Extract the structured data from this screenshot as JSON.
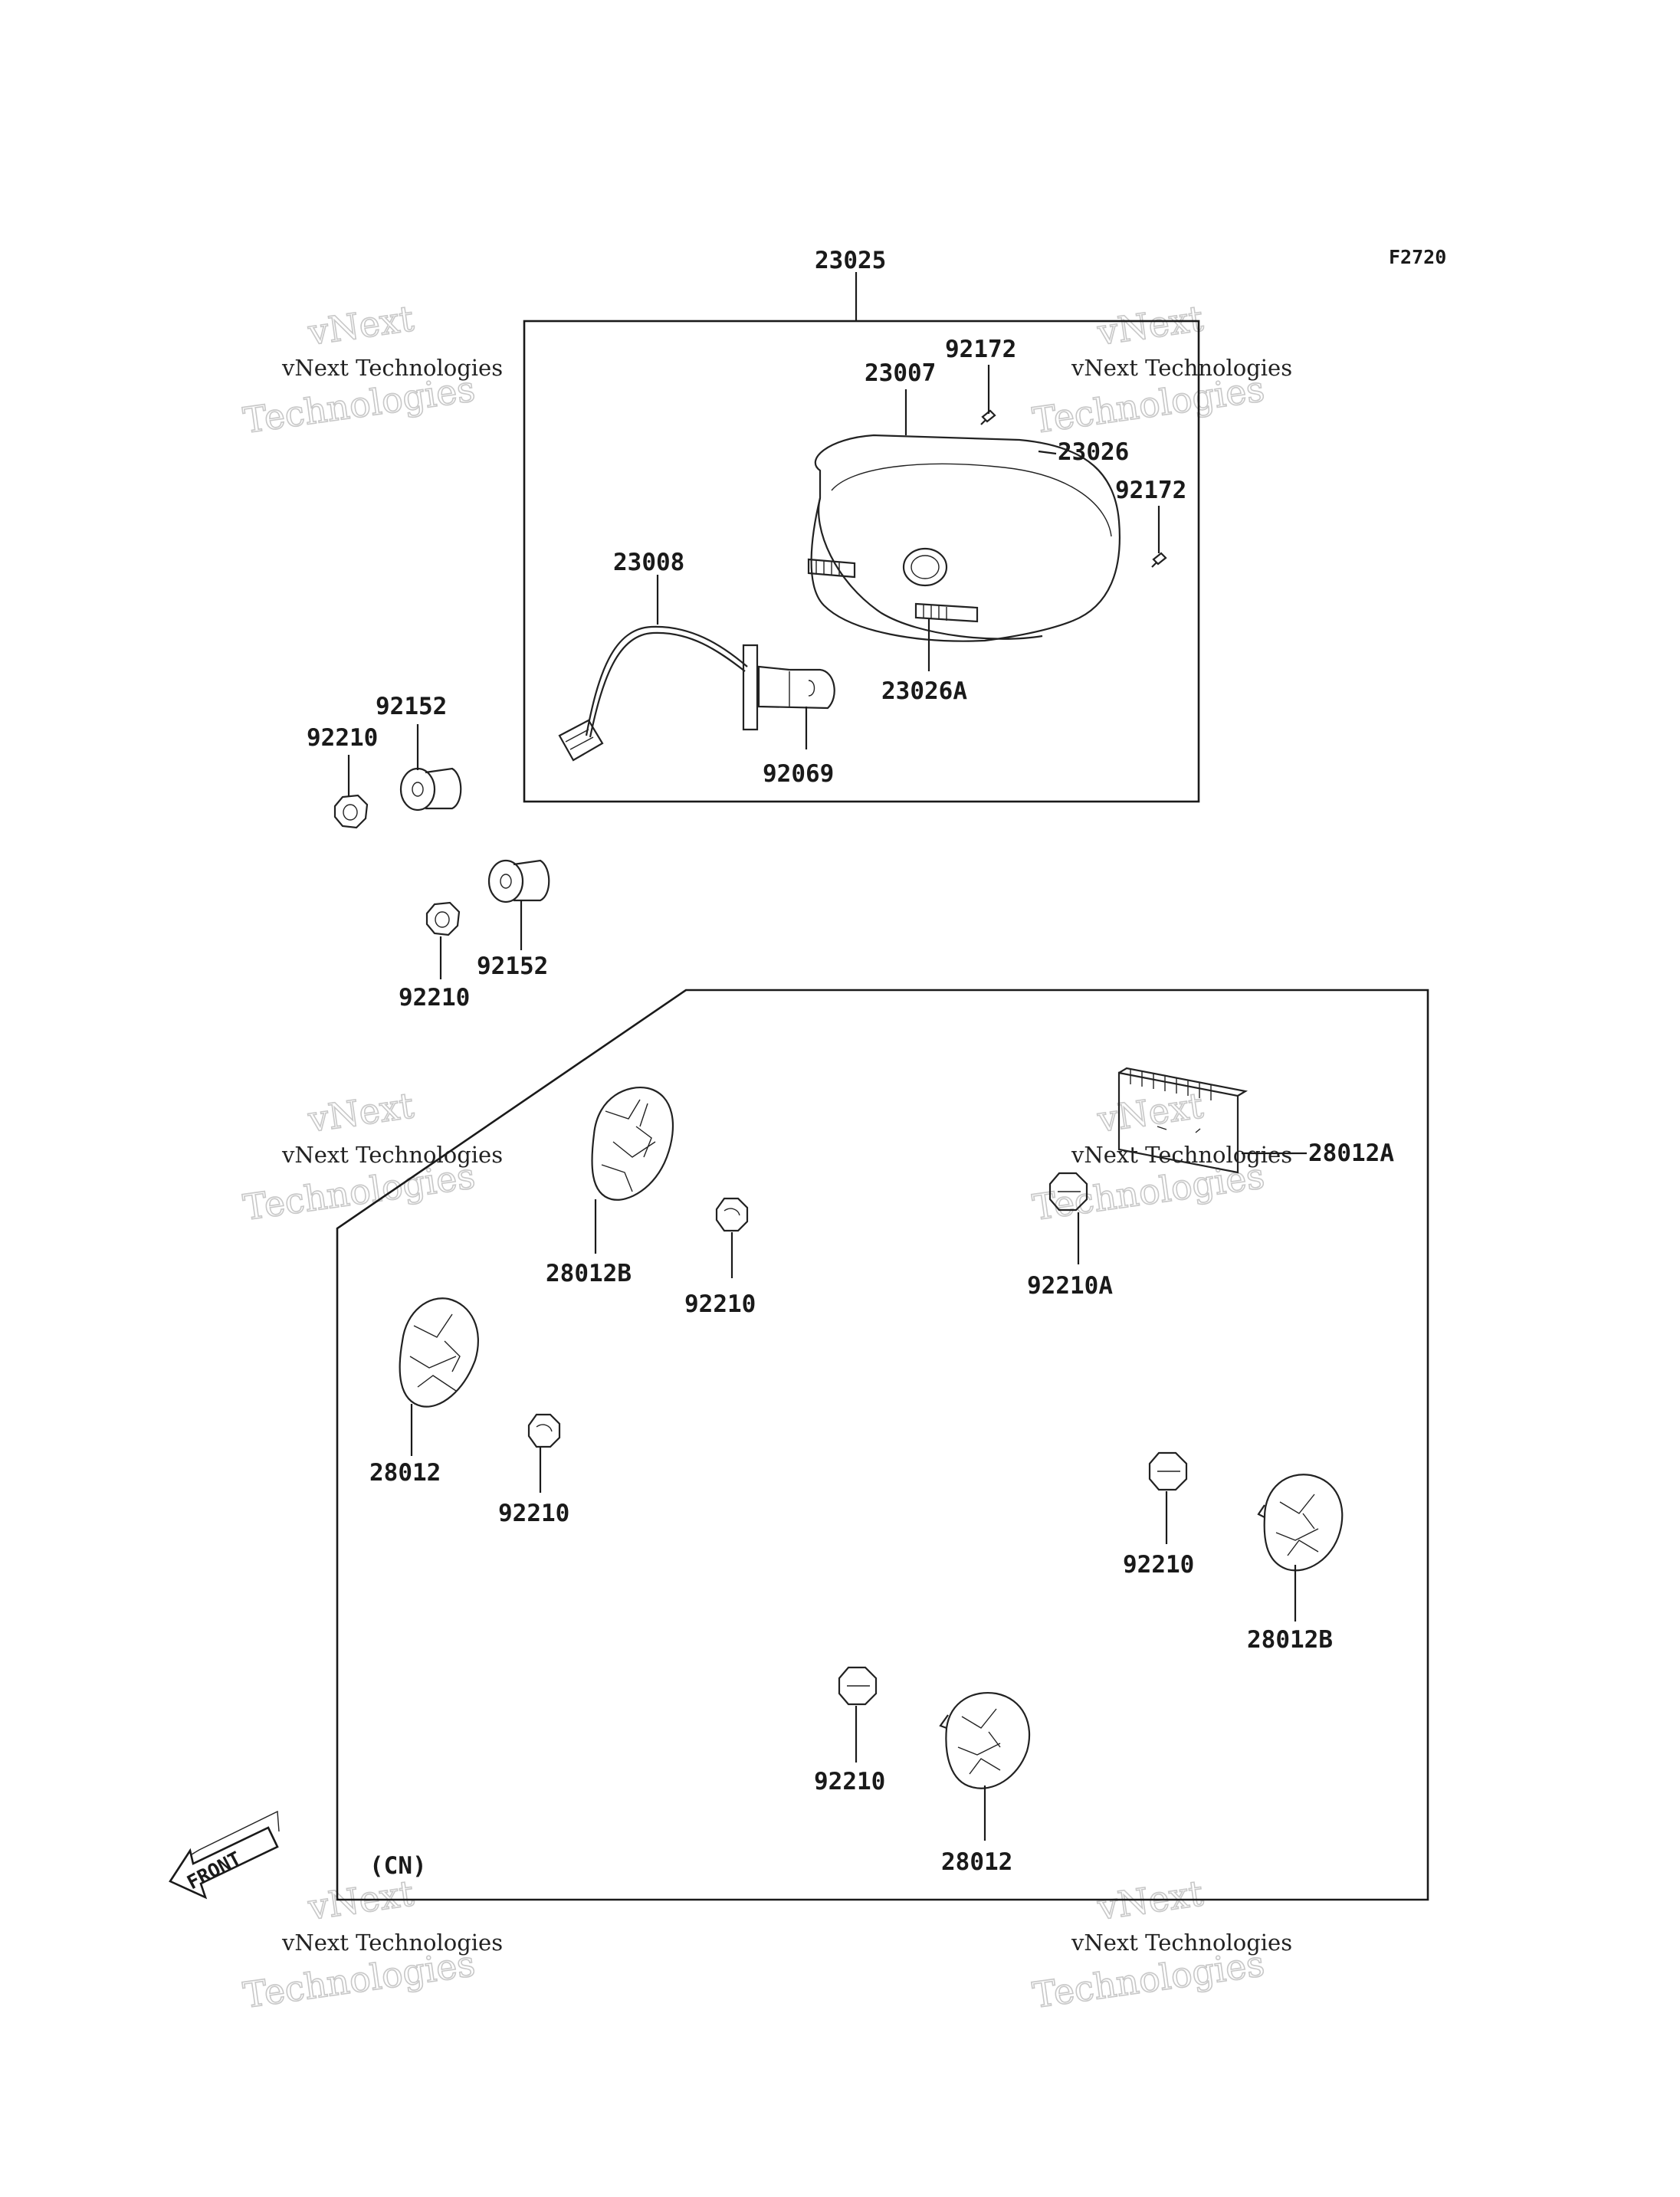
{
  "figure_code": "F2720",
  "region_tag": "(CN)",
  "front_arrow_text": "FRONT",
  "watermark": {
    "line1": "vNext Technologies",
    "line2": "Technologies",
    "line3": "vNext"
  },
  "callouts": {
    "c23025": "23025",
    "c92172a": "92172",
    "c23007": "23007",
    "c23026": "23026",
    "c92172b": "92172",
    "c23008": "23008",
    "c23026a": "23026A",
    "c92069": "92069",
    "c92152a": "92152",
    "c92210a": "92210",
    "c92210b": "92210",
    "c92152b": "92152",
    "c28012a": "28012A",
    "c28012b1": "28012B",
    "c92210c": "92210",
    "c92210A": "92210A",
    "c28012_1": "28012",
    "c92210d": "92210",
    "c92210e": "92210",
    "c28012b2": "28012B",
    "c92210f": "92210",
    "c28012_2": "28012"
  }
}
